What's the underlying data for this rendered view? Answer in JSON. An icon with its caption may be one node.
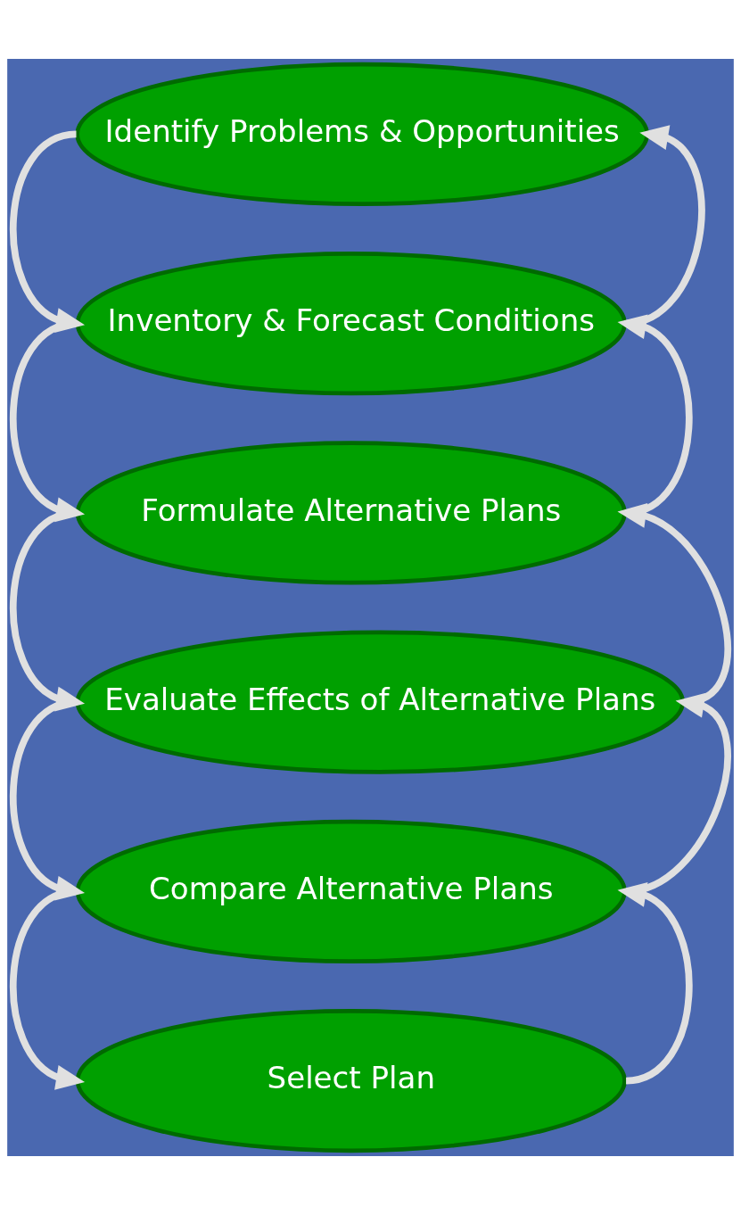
{
  "diagram": {
    "nodes": [
      {
        "text": [
          "Identify Problems & Opportunities"
        ]
      },
      {
        "text": [
          "Inventory & Forecast Conditions"
        ]
      },
      {
        "text": [
          "Formulate Alternative Plans"
        ]
      },
      {
        "text": [
          "Evaluate Effects of Alternative Plans"
        ]
      },
      {
        "text": [
          "Compare Alternative Plans"
        ]
      },
      {
        "text": [
          "Select Plan"
        ]
      }
    ],
    "edges": [
      {
        "from": 0,
        "to": 1,
        "arrow": "to"
      },
      {
        "from": 1,
        "to": 0,
        "arrow": "to"
      },
      {
        "from": 1,
        "to": 2,
        "arrow": "to"
      },
      {
        "from": 2,
        "to": 1,
        "arrow": "to"
      },
      {
        "from": 2,
        "to": 3,
        "arrow": "to"
      },
      {
        "from": 3,
        "to": 2,
        "arrow": "to"
      },
      {
        "from": 3,
        "to": 4,
        "arrow": "to"
      },
      {
        "from": 4,
        "to": 3,
        "arrow": "to"
      },
      {
        "from": 4,
        "to": 5,
        "arrow": "to"
      },
      {
        "from": 5,
        "to": 4,
        "arrow": "to"
      }
    ]
  }
}
